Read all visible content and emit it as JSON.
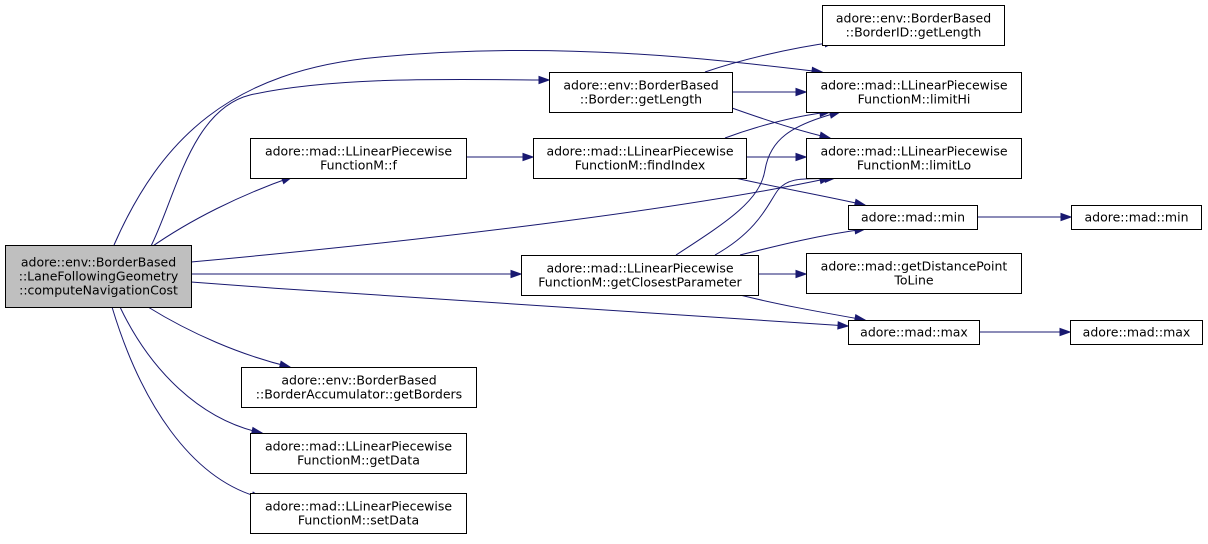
{
  "graph": {
    "title": "",
    "nodes": [
      {
        "id": "root",
        "lines": [
          "adore::env::BorderBased",
          "::LaneFollowingGeometry",
          "::computeNavigationCost"
        ],
        "highlighted": true
      },
      {
        "id": "border_getlength",
        "lines": [
          "adore::env::BorderBased",
          "::Border::getLength"
        ]
      },
      {
        "id": "f",
        "lines": [
          "adore::mad::LLinearPiecewise",
          "FunctionM::f"
        ]
      },
      {
        "id": "findindex",
        "lines": [
          "adore::mad::LLinearPiecewise",
          "FunctionM::findIndex"
        ]
      },
      {
        "id": "getclosestparameter",
        "lines": [
          "adore::mad::LLinearPiecewise",
          "FunctionM::getClosestParameter"
        ]
      },
      {
        "id": "getborders",
        "lines": [
          "adore::env::BorderBased",
          "::BorderAccumulator::getBorders"
        ]
      },
      {
        "id": "getdata",
        "lines": [
          "adore::mad::LLinearPiecewise",
          "FunctionM::getData"
        ]
      },
      {
        "id": "setdata",
        "lines": [
          "adore::mad::LLinearPiecewise",
          "FunctionM::setData"
        ]
      },
      {
        "id": "borderid_getlength",
        "lines": [
          "adore::env::BorderBased",
          "::BorderID::getLength"
        ]
      },
      {
        "id": "limithi",
        "lines": [
          "adore::mad::LLinearPiecewise",
          "FunctionM::limitHi"
        ]
      },
      {
        "id": "limitlo",
        "lines": [
          "adore::mad::LLinearPiecewise",
          "FunctionM::limitLo"
        ]
      },
      {
        "id": "min1",
        "lines": [
          "adore::mad::min"
        ]
      },
      {
        "id": "getdistancepoint",
        "lines": [
          "adore::mad::getDistancePoint",
          "ToLine"
        ]
      },
      {
        "id": "max1",
        "lines": [
          "adore::mad::max"
        ]
      },
      {
        "id": "min2",
        "lines": [
          "adore::mad::min"
        ]
      },
      {
        "id": "max2",
        "lines": [
          "adore::mad::max"
        ]
      }
    ],
    "edges": [
      [
        "root",
        "limithi"
      ],
      [
        "root",
        "border_getlength"
      ],
      [
        "root",
        "f"
      ],
      [
        "root",
        "limitlo"
      ],
      [
        "root",
        "getclosestparameter"
      ],
      [
        "root",
        "max1"
      ],
      [
        "root",
        "getborders"
      ],
      [
        "root",
        "getdata"
      ],
      [
        "root",
        "setdata"
      ],
      [
        "border_getlength",
        "borderid_getlength"
      ],
      [
        "border_getlength",
        "limithi"
      ],
      [
        "border_getlength",
        "limitlo"
      ],
      [
        "f",
        "findindex"
      ],
      [
        "findindex",
        "limithi"
      ],
      [
        "findindex",
        "limitlo"
      ],
      [
        "findindex",
        "min1"
      ],
      [
        "getclosestparameter",
        "limithi"
      ],
      [
        "getclosestparameter",
        "limitlo"
      ],
      [
        "getclosestparameter",
        "min1"
      ],
      [
        "getclosestparameter",
        "getdistancepoint"
      ],
      [
        "getclosestparameter",
        "max1"
      ],
      [
        "min1",
        "min2"
      ],
      [
        "max1",
        "max2"
      ]
    ]
  }
}
